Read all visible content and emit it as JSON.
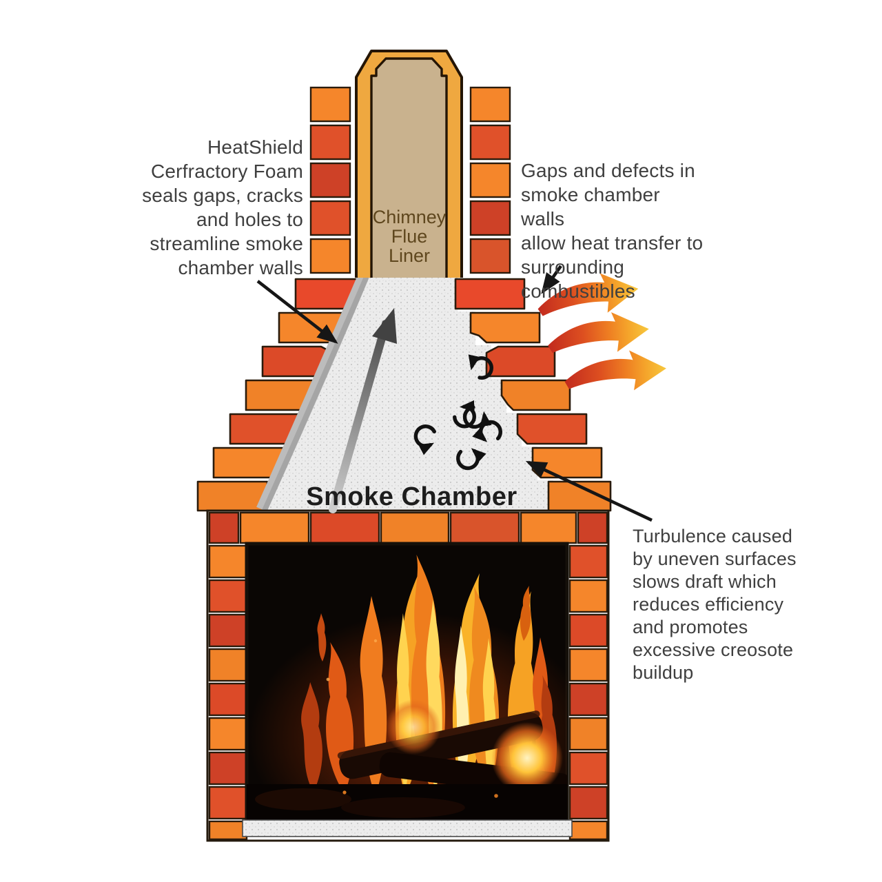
{
  "labels": {
    "heatshield_note": "HeatShield\nCerfractory Foam\nseals gaps, cracks\nand holes to\nstreamline smoke\nchamber walls",
    "gaps_note": "Gaps and defects in\nsmoke chamber walls\nallow heat transfer to\nsurrounding\ncombustibles",
    "turbulence_note": "Turbulence caused\nby uneven surfaces\nslows draft which\nreduces efficiency\nand promotes\nexcessive creosote\nbuildup",
    "smoke_chamber": "Smoke Chamber",
    "chimney_flue_liner": "Chimney\nFlue\nLiner"
  },
  "icons": [
    {
      "name": "turbulence-swirl-icon",
      "count": 6
    },
    {
      "name": "heat-arrow-icon",
      "count": 3
    },
    {
      "name": "annotation-arrow",
      "count": 3
    },
    {
      "name": "draft-arrow",
      "count": 1
    }
  ],
  "colors": {
    "background": "#ffffff",
    "brick_orange": "#F5862B",
    "brick_orange_light": "#F08228",
    "brick_red": "#E0512A",
    "brick_red_bright": "#E8492B",
    "brick_crimson": "#CE4127",
    "brick_outline": "#2A1B0C",
    "mortar": "#FFFFFF",
    "flue_gold": "#EFA840",
    "flue_liner_tan": "#C9B28E",
    "smoke_chamber_gray": "#ECECEC",
    "foam_coating_gray": "#BCBCBC",
    "annotation_text": "#3F3F3F",
    "flue_text": "#5F471E",
    "smoke_chamber_text": "#1D1D1D",
    "heat_arrow_red": "#C12A1E",
    "heat_arrow_yellow": "#F7C83E",
    "fire_background": "#0A0604",
    "flame_yellow": "#FFD34F",
    "flame_orange": "#F07C1F"
  }
}
